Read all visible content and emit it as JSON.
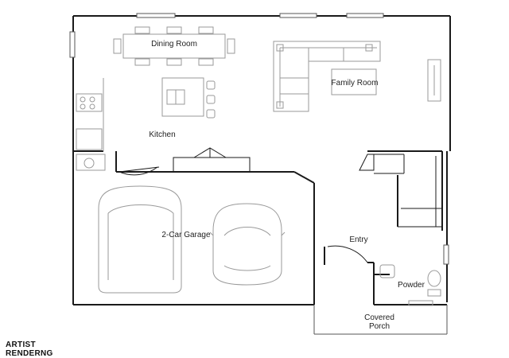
{
  "rooms": {
    "dining": "Dining Room",
    "family": "Family Room",
    "kitchen": "Kitchen",
    "garage": "2-Car Garage",
    "entry": "Entry",
    "powder": "Powder",
    "porch_line1": "Covered",
    "porch_line2": "Porch"
  },
  "caption": {
    "line1": "ARTIST",
    "line2": "RENDERNG"
  },
  "colors": {
    "wall": "#1a1a1a",
    "fixture": "#9a9a9a",
    "background": "#ffffff"
  }
}
